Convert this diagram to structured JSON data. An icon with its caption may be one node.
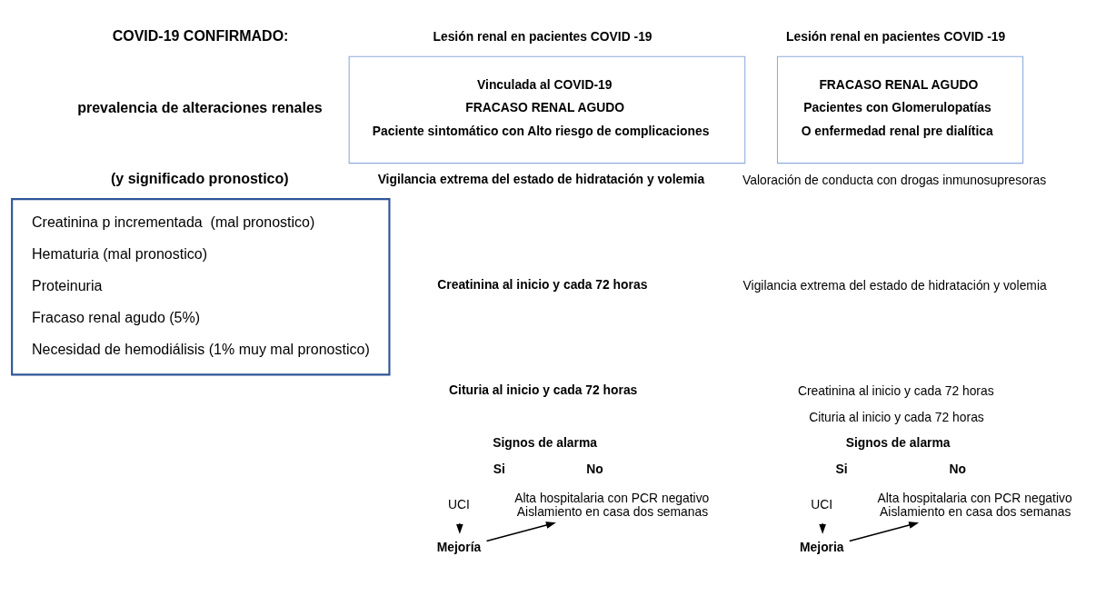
{
  "diagram": {
    "nodes": [
      {
        "text": [
          "Creatinina p incrementada  (mal pronostico)",
          "Hematuria (mal pronostico)",
          "Proteinuria",
          "Fracaso renal agudo (5%)",
          "Necesidad de hemodiálisis (1% muy mal pronostico)"
        ]
      },
      {
        "text": [
          "Vinculada al COVID-19",
          "FRACASO RENAL AGUDO",
          "Paciente sintomático con Alto riesgo de complicaciones"
        ]
      },
      {
        "text": [
          "UCI"
        ]
      },
      {
        "text": [
          "Mejoría"
        ]
      },
      {
        "text": [
          "Alta hospitalaria con PCR negativo",
          "Aislamiento en casa dos semanas"
        ]
      },
      {
        "text": [
          "FRACASO RENAL AGUDO",
          "Pacientes con Glomerulopatías",
          "O enfermedad renal pre dialítica"
        ]
      },
      {
        "text": [
          "UCI"
        ]
      },
      {
        "text": [
          "Mejoria"
        ]
      },
      {
        "text": [
          "Alta hospitalaria con PCR negativo",
          "Aislamiento en casa dos semanas"
        ]
      }
    ],
    "edges": [
      {
        "from": 2,
        "to": 3,
        "arrow": "to"
      },
      {
        "from": 3,
        "to": 4,
        "arrow": "to"
      },
      {
        "from": 6,
        "to": 7,
        "arrow": "to"
      },
      {
        "from": 7,
        "to": 8,
        "arrow": "to"
      }
    ],
    "labels": [
      "COVID-19 CONFIRMADO:",
      "prevalencia de alteraciones renales",
      "(y significado pronostico)",
      "Lesión renal en pacientes COVID -19",
      "Lesión renal en pacientes COVID -19",
      "Vigilancia extrema del estado de hidratación y volemia",
      "Creatinina al inicio y cada 72 horas",
      "Cituria al inicio y cada 72 horas",
      "Signos de alarma",
      "Si",
      "No",
      "Valoración de conducta con drogas inmunosupresoras",
      "Vigilancia extrema del estado de hidratación y volemia",
      "Creatinina al inicio y cada 72 horas",
      "Cituria al inicio y cada 72 horas",
      "Signos de alarma",
      "Si",
      "No"
    ]
  }
}
